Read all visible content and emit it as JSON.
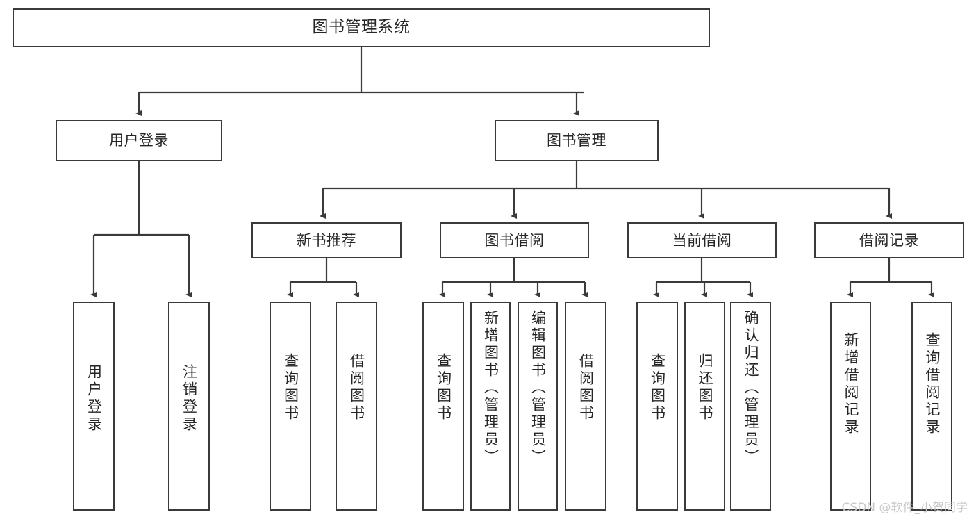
{
  "diagram": {
    "type": "tree",
    "title": "图书管理系统",
    "stroke_color": "#3a3a3a",
    "text_color": "#262626",
    "background": "#ffffff",
    "root": {
      "label": "图书管理系统"
    },
    "level2": [
      {
        "label": "用户登录"
      },
      {
        "label": "图书管理"
      }
    ],
    "level3": [
      {
        "label": "新书推荐"
      },
      {
        "label": "图书借阅"
      },
      {
        "label": "当前借阅"
      },
      {
        "label": "借阅记录"
      }
    ],
    "leaves": [
      {
        "label": "用户登录"
      },
      {
        "label": "注销登录"
      },
      {
        "label": "查询图书"
      },
      {
        "label": "借阅图书"
      },
      {
        "label": "查询图书"
      },
      {
        "label": "新增图书（管理员）"
      },
      {
        "label": "编辑图书（管理员）"
      },
      {
        "label": "借阅图书"
      },
      {
        "label": "查询图书"
      },
      {
        "label": "归还图书"
      },
      {
        "label": "确认归还（管理员）"
      },
      {
        "label": "新增借阅记录"
      },
      {
        "label": "查询借阅记录"
      }
    ]
  },
  "watermark": {
    "text": "CSDN @软件_小贺同学",
    "color": "#c9c9c9"
  }
}
